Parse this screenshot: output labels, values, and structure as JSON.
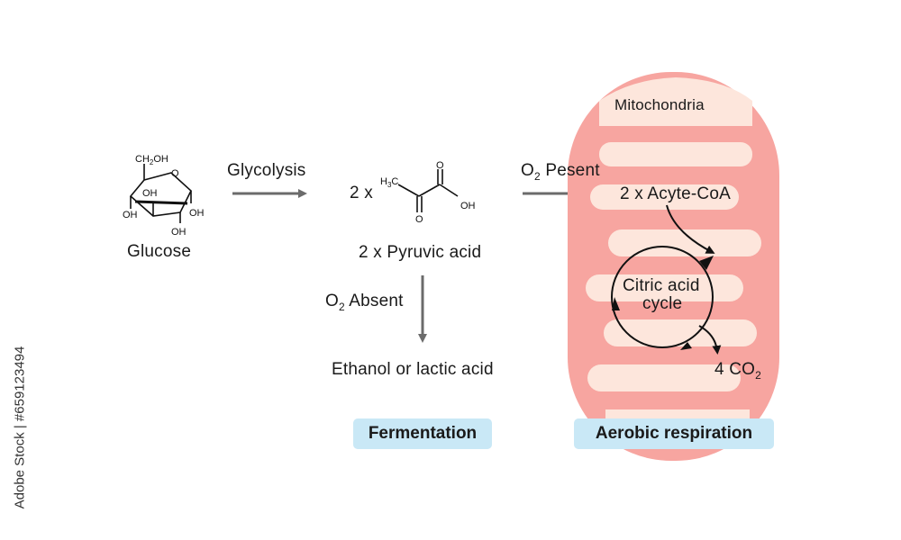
{
  "glucose": {
    "label": "Glucose",
    "groups": {
      "ch2oh": "CH2OH",
      "oh_inner": "OH",
      "oh_left": "OH",
      "oh_right": "OH",
      "oh_bottom": "OH",
      "ring_o": "O"
    }
  },
  "glycolysis_label": "Glycolysis",
  "pyruvic": {
    "multiplier": "2 x",
    "label": "2 x Pyruvic acid",
    "groups": {
      "h3c": "H3C",
      "o_top": "O",
      "o_bottom": "O",
      "oh": "OH"
    }
  },
  "o2_present_label": "Pesent",
  "o2_absent_label": "Absent",
  "oxygen_symbol": "O",
  "oxygen_subscript": "2",
  "fermentation_product": "Ethanol or lactic acid",
  "mitochondria_label": "Mitochondria",
  "acetyl_coa": "2 x Acyte-CoA",
  "citric_cycle": {
    "line1": "Citric acid",
    "line2": "cycle"
  },
  "co2": {
    "text": "4 CO",
    "subscript": "2"
  },
  "tags": {
    "fermentation": "Fermentation",
    "aerobic": "Aerobic respiration"
  },
  "stock_watermark": "Adobe Stock | #659123494",
  "colors": {
    "mito_outer": "#f7a5a0",
    "mito_inner": "#fde6dc",
    "arrow": "#6b6b6b",
    "tag_bg": "#c9e8f6"
  }
}
